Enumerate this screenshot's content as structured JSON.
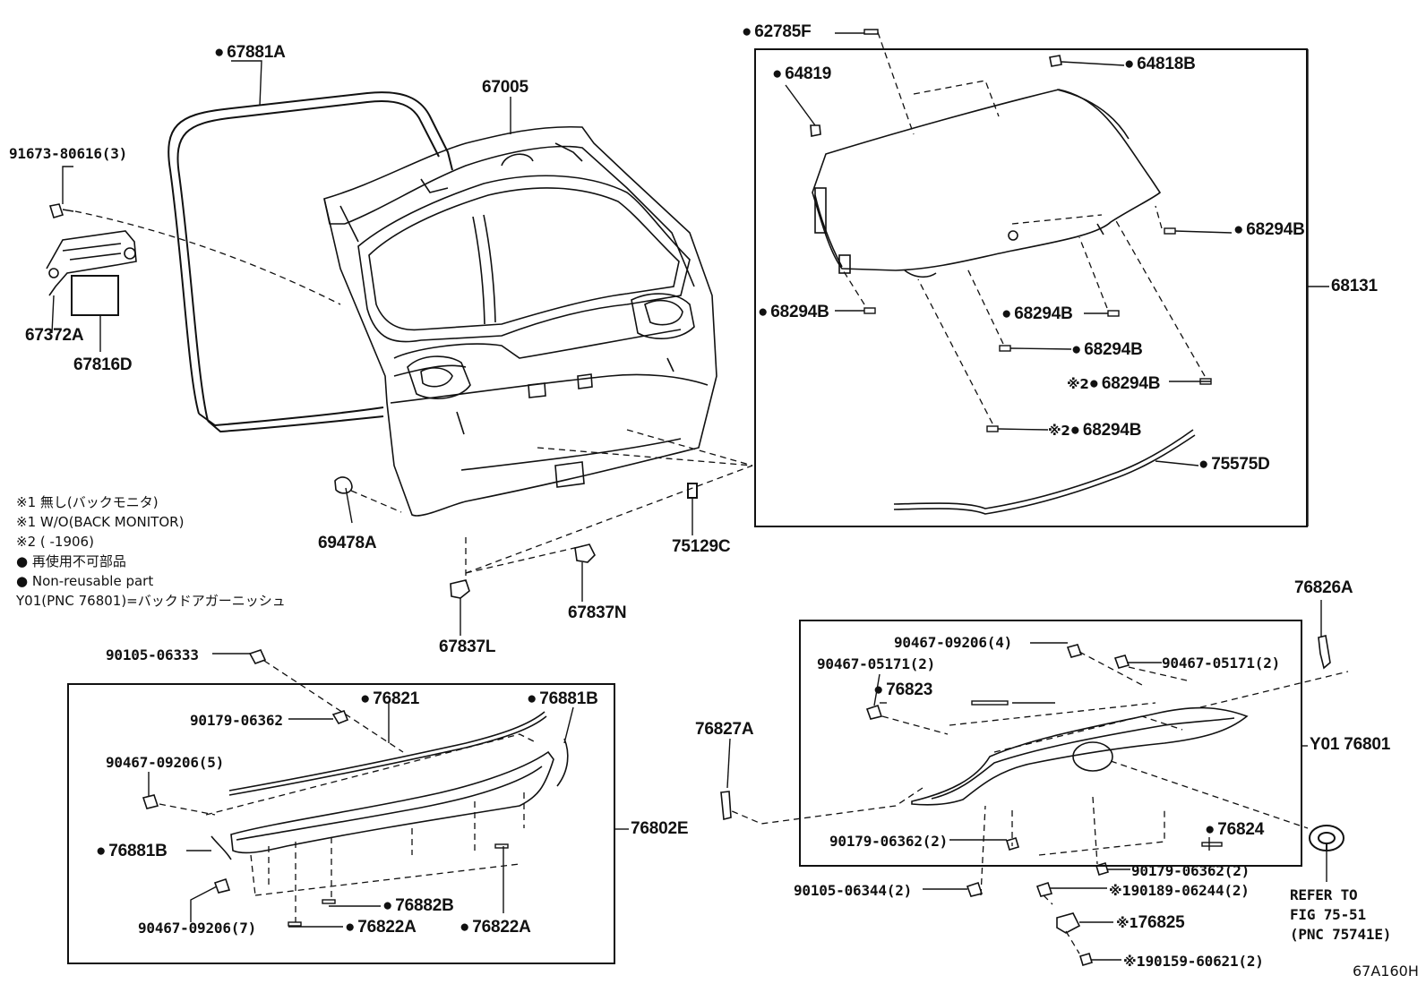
{
  "labels": {
    "p67881A": "67881A",
    "p67005": "67005",
    "p91673": "91673-80616(3)",
    "p67372A": "67372A",
    "p67816D": "67816D",
    "p62785F": "62785F",
    "p64819": "64819",
    "p64818B": "64818B",
    "p68294B_a": "68294B",
    "p68294B_b": "68294B",
    "p68294B_c": "68294B",
    "p68294B_d": "68294B",
    "p68294B_e": "68294B",
    "p68294B_f": "68294B",
    "p68131": "68131",
    "p75575D": "75575D",
    "p69478A": "69478A",
    "p75129C": "75129C",
    "p67837N": "67837N",
    "p67837L": "67837L",
    "p76826A": "76826A",
    "p90105_06333": "90105-06333",
    "p76821": "76821",
    "p76881B_a": "76881B",
    "p90179_06362": "90179-06362",
    "p90467_09206_5": "90467-09206(5)",
    "p76802E": "76802E",
    "p76881B_b": "76881B",
    "p90467_09206_7": "90467-09206(7)",
    "p76882B": "76882B",
    "p76822A_a": "76822A",
    "p76822A_b": "76822A",
    "p90467_09206_4": "90467-09206(4)",
    "p90467_05171_2a": "90467-05171(2)",
    "p90467_05171_2b": "90467-05171(2)",
    "p76823": "76823",
    "p76827A": "76827A",
    "pY01": "Y01 76801",
    "p90179_06362_2a": "90179-06362(2)",
    "p90179_06362_2b": "90179-06362(2)",
    "p76824": "76824",
    "p90105_06344": "90105-06344(2)",
    "p90189": "90189-06244(2)",
    "p76825": "76825",
    "p90159": "90159-60621(2)",
    "refer_1": "REFER TO",
    "refer_2": "FIG 75-51",
    "refer_3": "(PNC 75741E)",
    "figure_code": "67A160H",
    "mark_1": "※1",
    "mark_2": "※2"
  },
  "legend": {
    "line1": "※1 無し(バックモニタ)",
    "line2": "※1 W/O(BACK MONITOR)",
    "line3": "※2 (        -1906)",
    "line4": "● 再使用不可部品",
    "line5": "● Non-reusable part",
    "line6": "Y01(PNC 76801)=バックドアガーニッシュ"
  }
}
